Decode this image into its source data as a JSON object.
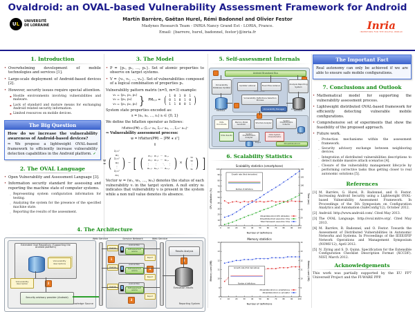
{
  "colors": {
    "title_blue": "#1b1b8c",
    "heading_green": "#128a12",
    "box_blue": "#4a74d8",
    "inria_red": "#e63312",
    "badge_orange": "#e87820"
  },
  "header": {
    "title": "Ovaldroid: an OVAL-based Vulnerability Assessment Framework for Android",
    "authors": "Martín Barrère, Gaëtan Hurel, Rémi Badonnel and Olivier Festor",
    "affiliation": "Madynes Research Team - INRIA Nancy Grand Est - LORIA, France.",
    "email": "Email: {barrere, hurel, badonnel, festor}@inria.fr",
    "logo_left": {
      "mono1": "U",
      "mono2": "L",
      "line1": "UNIVERSITÉ",
      "line2": "DE LORRAINE"
    },
    "logo_right": {
      "name": "Inria",
      "tagline": "INVENTORS FOR THE DIGITAL WORLD"
    }
  },
  "intro": {
    "heading": "1. Introduction",
    "bullets": [
      "Overwhelming development of mobile technologies and services [1].",
      "Large-scale deployment of Android-based devices [2].",
      "However, security issues require special attention."
    ],
    "subbullets": [
      "Hostile environments involving vulnerabilities and malware.",
      "Lack of standard and mature means for exchanging Android related security information.",
      "Limited resources on mobile devices."
    ]
  },
  "big_question": {
    "heading": "The Big Question",
    "question": "How do we increase the vulnerability awareness of Android-based devices?",
    "answer": "⇒ We propose a lightweight OVAL-based framework to efficiently increase vulnerability detection capabilities in the Android platform.",
    "check": "✓"
  },
  "oval": {
    "heading": "2. The OVAL Language",
    "bullets": [
      "Open Vulnerability and Assessment Language [3].",
      "Information security standard for assessing and reporting the machine state of computer systems."
    ],
    "subbullets": [
      "Representing system configuration information for testing.",
      "Analyzing the system for the presence of the specified machine state.",
      "Reporting the results of the assessment."
    ]
  },
  "model": {
    "heading": "3. The Model",
    "bullets": [
      "P = {p₁, p₂, …, pₙ}. Set of atomic properties to observe on target systems.",
      "V = {v₁, v₂, …, vₘ}. Set of vulnerabilities composed of a logical combination of properties pᵢ."
    ],
    "matrix_intro": "Vulnerability pattern matrix (n=5, m=3) example:",
    "v_defs": [
      "v₁ = (p₁, p₃, p₅)",
      "v₂ = (p₂, p₄)",
      "v₃ = (p₁, p₂, p₅)"
    ],
    "brace": "}",
    "pm_label": "PM₃,₅ =",
    "pm_rows": [
      "1 0 1 0 1",
      "0 1 0 1 0",
      "1 1 0 0 1"
    ],
    "state_intro": "System state properties encoded as:",
    "state_eq": "s = (s₁, s₂, …, sₙ)    sᵢ ∈ {0, 1}",
    "hflatten_intro": "We define the hflatten operator as follows:",
    "hflatten_eq": "hflatten(PM) = (Σⱼ₌₁ⁿ a₁ⱼ, Σⱼ₌₁ⁿ a₂ⱼ, …, Σⱼ₌₁ⁿ aₘⱼ)ᵀ",
    "process_label": "⇒ Vulnerability assessment process:",
    "process_eq": "w = hflatten(PM) − [PM ∗ sᵀ]",
    "down_arrow": "⇓",
    "w_label": "w =",
    "w_col": [
      "Σⱼ₌₁ⁿ a₁ⱼ",
      "Σⱼ₌₁ⁿ a₂ⱼ",
      "⋮",
      "Σⱼ₌₁ⁿ aₘⱼ"
    ],
    "minus": "−",
    "lbracket": "[",
    "a_rows": [
      "a₁,₁  a₁,₂  ⋯  a₁,ₙ",
      "a₂,₁  a₂,₂  ⋯  a₂,ₙ",
      "  ⋮      ⋮      ⋱     ⋮",
      "aₘ,₁  aₘ,₂  ⋯  aₘ,ₙ"
    ],
    "times": "×",
    "s_col": [
      "s₁",
      "s₂",
      "⋮",
      "sₙ"
    ],
    "rbracket": "]",
    "closing": "Vector w = (w₁, w₂, …, wₘ) denotes the status of each vulnerability vᵢ in the target system. A null entry wᵢ indicates that vulnerability vᵢ is present in the system while a non null value denotes its absence."
  },
  "architecture": {
    "heading": "4. The Architecture",
    "knowledge_source": {
      "panel_label": "Knowledge Source",
      "repo_title": "Extended Oval Repository (Supporting the Android platform)",
      "db_label": "Vulnerability descriptions",
      "note": "Vulnerability description",
      "provider": "Security advisory provider (Android)"
    },
    "web_service_left": "Web Service",
    "web_service_right": "Web Service",
    "service_network": {
      "panel_label": "Service Network",
      "query_note": "Queries",
      "box_title": "Android Box",
      "service_label": "Self-assessment service",
      "report_note": "Report"
    },
    "reporting": {
      "panel_label": "Reporting System",
      "analysis": "Results Analysis",
      "db_label": "Evaluation results"
    },
    "badges": [
      "1",
      "2",
      "3",
      "4",
      "5"
    ]
  },
  "internals": {
    "heading": "5. Self-assessment Internals",
    "bus": "Android Broadcast Bus",
    "updater": "Vulnerability Database Updater",
    "updater_listener": "Updater Listener",
    "event_listener": "Event Bus Listener",
    "notifications": "Notifications",
    "selection": "Vulnerability Definitions Selection Process",
    "manager_label": "Vulnerability Manager",
    "oval_db": "Internal OVAL Database",
    "reporting_box": "Analysis Reporting System",
    "results_db": "Internal Results Database",
    "oval_docs": "OVAL Documents",
    "memory_model": "Memory Model Generator",
    "structure_analyzer": "Structure Analyzer",
    "sc_collector": "System Characteristics Collector",
    "plugins1": "Plugins",
    "plugins2": "Plugins",
    "oval_results": "OVAL Results",
    "sc_analyzer": "System Characteristics Analyzer",
    "oval_sc": "OVAL System Characteristics",
    "engine_label": "XOvaldi4Android"
  },
  "stats": {
    "heading": "6. Scalability Statistics"
  },
  "important_fact": {
    "heading": "The Important Fact",
    "text": "Real autonomy can only be achieved if we are able to ensure safe mobile configurations."
  },
  "conclusions": {
    "heading": "7. Conclusions and Outlook",
    "bullets": [
      "Mathematical model for supporting the vulnerability assessment process.",
      "Lightweight distributed OVAL-based framework for efficiently detecting vulnerable mobile configurations.",
      "Comprehensive set of experiments that show the feasibility of the proposed approach.",
      "Future work."
    ],
    "subbullets": [
      "Protection mechanisms within the assessment framework.",
      "Security advisory exchange between neighboring devices.",
      "Integration of distributed vulnerabilities descriptions to detect mobile massive attack scenarios [4].",
      "Closure of the vulnerability management lifecycle by performing corrective tasks thus getting closer to real autonomic solutions [5]."
    ]
  },
  "references": {
    "heading": "References",
    "items": [
      {
        "num": "[1]",
        "text": "M. Barrère, G. Hurel, R. Badonnel, and O. Festor. Increasing Android Security using a Lightweight OVAL-based Vulnerability Assessment Framework. In Proceedings of the 5th Symposium on Configuration Analytics and Automation (SafeConfig'12), October 2012."
      },
      {
        "num": "[2]",
        "text": "Android. http://www.android.com/. Cited May 2013."
      },
      {
        "num": "[3]",
        "text": "The OVAL Language. http://oval.mitre.org/. Cited May 2013."
      },
      {
        "num": "[4]",
        "text": "M. Barrère, R. Badonnel, and O. Festor. Towards the Assessment of Distributed Vulnerabilities in Autonomic Networks and Systems. In Proceedings of the IEEE/IFIP Network Operations and Management Symposium (NOMS'12), April 2012."
      },
      {
        "num": "[5]",
        "text": "N. Ziring and S. D. Quinn. Specification for the Extensible Configuration Checklist Description Format (XCCDF). NIST, March 2012."
      }
    ]
  },
  "acknowledgements": {
    "heading": "Acknowledgements",
    "text": "This work was partially supported by the EU FP7 Univerself Project and the FI-WARE PPP."
  },
  "chart_data": [
    {
      "type": "line",
      "title": "Scalability statistics (smartphone)",
      "xlabel": "Number of definitions",
      "ylabel_left": "CPU utilization (%)",
      "ylabel_right": "Time (sec)",
      "xlim": [
        0,
        100
      ],
      "ylim_left": [
        0,
        100
      ],
      "ylim_right": [
        0,
        140
      ],
      "xticks": [
        0,
        10,
        20,
        30,
        40,
        50,
        60,
        70,
        80,
        90,
        100
      ],
      "yticks_left": [
        0,
        10,
        20,
        30,
        40,
        50,
        60,
        70,
        80,
        90,
        100
      ],
      "yticks_right": [
        0,
        20,
        40,
        60,
        80,
        100,
        120,
        140
      ],
      "x": [
        5,
        10,
        15,
        20,
        25,
        30,
        35,
        40,
        45,
        50,
        55,
        60,
        65,
        70,
        75,
        80,
        85,
        90,
        95,
        100
      ],
      "series": [
        {
          "name": "XOvaldi4Android CPU utilization",
          "color": "#e03030",
          "axis": "left",
          "values": [
            44,
            40,
            42,
            43,
            41,
            43,
            42,
            44,
            42,
            43,
            42,
            43,
            44,
            42,
            43,
            43,
            42,
            44,
            43,
            43
          ]
        },
        {
          "name": "XOvaldi4Android execution time",
          "color": "#2fae2f",
          "axis": "right",
          "values": [
            3,
            6,
            9,
            13,
            17,
            21,
            25,
            28,
            32,
            36,
            40,
            43,
            47,
            51,
            55,
            58,
            62,
            66,
            71,
            76
          ]
        },
        {
          "name": "Total framework execution time",
          "color": "#3050e0",
          "axis": "right",
          "values": [
            21,
            24,
            28,
            34,
            40,
            47,
            53,
            58,
            64,
            70,
            77,
            83,
            89,
            95,
            101,
            108,
            114,
            121,
            128,
            135
          ]
        }
      ],
      "legend_position": "bottom-right",
      "grid": false,
      "inset": {
        "title": "Growth rate (first derivative)",
        "xlabel": "Number of definitions",
        "pos": [
          0.07,
          0.06,
          0.46,
          0.32
        ]
      }
    },
    {
      "type": "line",
      "title": "Memory statistics",
      "xlabel": "Number of definitions",
      "ylabel_left": "Memory used (MB)",
      "ylabel_right": "Memory used (MB)",
      "xlim": [
        0,
        100
      ],
      "ylim_left": [
        8,
        14
      ],
      "ylim_right": [
        8,
        14
      ],
      "xticks": [
        0,
        10,
        20,
        30,
        40,
        50,
        60,
        70,
        80,
        90,
        100
      ],
      "yticks_left": [
        8,
        9,
        10,
        11,
        12,
        13,
        14
      ],
      "yticks_right": [
        8,
        9,
        10,
        11,
        12,
        13,
        14
      ],
      "x": [
        5,
        10,
        15,
        20,
        25,
        30,
        35,
        40,
        45,
        50,
        55,
        60,
        65,
        70,
        75,
        80,
        85,
        90,
        95,
        100
      ],
      "series": [
        {
          "name": "XOvaldi4Android on smartphone",
          "color": "#e03030",
          "axis": "left",
          "values": [
            9.7,
            10.1,
            10.4,
            10.6,
            10.7,
            10.8,
            10.9,
            10.9,
            11.0,
            11.0,
            11.0,
            11.1,
            11.1,
            11.1,
            11.2,
            11.2,
            11.2,
            11.3,
            11.3,
            11.3
          ]
        },
        {
          "name": "XOvaldi4Android on emulator",
          "color": "#3050e0",
          "axis": "left",
          "values": [
            11.7,
            11.8,
            11.9,
            12.0,
            12.0,
            12.1,
            12.1,
            12.1,
            12.2,
            12.2,
            12.2,
            12.2,
            12.3,
            12.3,
            12.3,
            12.3,
            12.4,
            12.4,
            12.4,
            12.4
          ]
        }
      ],
      "legend_position": "bottom-right",
      "grid": false,
      "inset": {
        "title": "Growth rate (first derivative)",
        "xlabel": "Number of definitions",
        "pos": [
          0.1,
          0.44,
          0.46,
          0.34
        ]
      }
    }
  ]
}
